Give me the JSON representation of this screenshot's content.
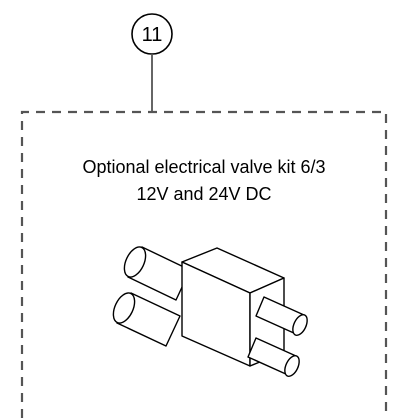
{
  "callout": {
    "number": "11"
  },
  "kit_box": {
    "line1": "Optional electrical valve kit 6/3",
    "line2": "12V and 24V DC",
    "border_style": "dashed"
  },
  "colors": {
    "line": "#555555",
    "text": "#000000",
    "background": "#ffffff"
  },
  "icons": {
    "part": "valve-block-icon"
  }
}
